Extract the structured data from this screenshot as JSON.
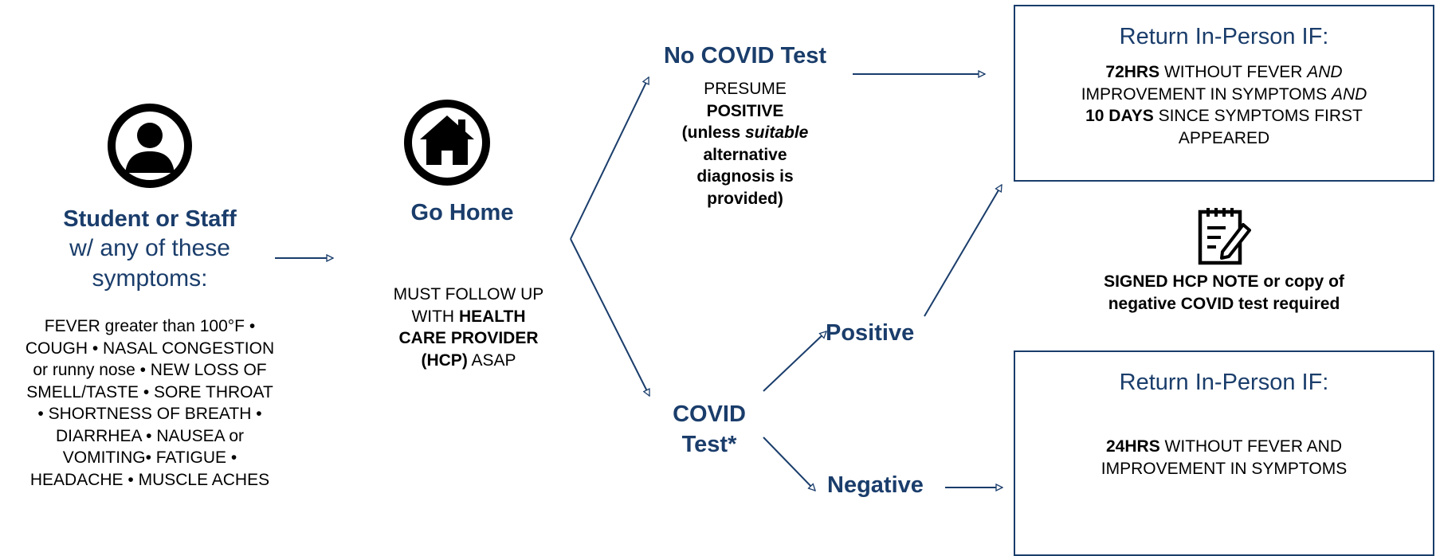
{
  "colors": {
    "navy": "#1a3d6b",
    "text": "#000000",
    "background": "#ffffff"
  },
  "icons": [
    "person-circle-icon",
    "house-circle-icon",
    "clipboard-note-icon"
  ],
  "student": {
    "title": "Student or Staff",
    "subtitle_line1": "w/ any of these",
    "subtitle_line2": "symptoms:",
    "symptoms": [
      "FEVER greater than 100°F •",
      "COUGH • NASAL CONGESTION",
      "or runny nose • NEW LOSS OF",
      "SMELL/TASTE • SORE THROAT",
      "• SHORTNESS OF BREATH •",
      "DIARRHEA • NAUSEA or",
      "VOMITING• FATIGUE •",
      "HEADACHE • MUSCLE ACHES"
    ]
  },
  "home": {
    "title": "Go Home",
    "line1": "MUST FOLLOW UP",
    "line2_a": "WITH ",
    "line2_b": "HEALTH",
    "line3": "CARE PROVIDER",
    "line4_a": "(HCP)",
    "line4_b": " ASAP"
  },
  "no_test": {
    "title": "No COVID Test",
    "line1": "PRESUME",
    "line2": "POSITIVE",
    "line3_a": "(unless ",
    "line3_b": "suitable",
    "line4": "alternative",
    "line5": "diagnosis is",
    "line6": "provided)"
  },
  "covid_test": {
    "line1": "COVID",
    "line2": "Test*"
  },
  "outcomes": {
    "positive": "Positive",
    "negative": "Negative"
  },
  "return_box_positive": {
    "title": "Return In-Person IF:",
    "l1_a": "72HRS",
    "l1_b": " WITHOUT FEVER ",
    "l1_c": "AND",
    "l2_a": "IMPROVEMENT IN SYMPTOMS ",
    "l2_b": "AND",
    "l3_a": "10 DAYS",
    "l3_b": " SINCE SYMPTOMS FIRST",
    "l4": "APPEARED"
  },
  "note": {
    "line1": "SIGNED HCP NOTE or copy of",
    "line2": "negative COVID test required"
  },
  "return_box_negative": {
    "title": "Return In-Person IF:",
    "l1_a": "24HRS",
    "l1_b": " WITHOUT FEVER AND",
    "l2": "IMPROVEMENT IN SYMPTOMS"
  }
}
